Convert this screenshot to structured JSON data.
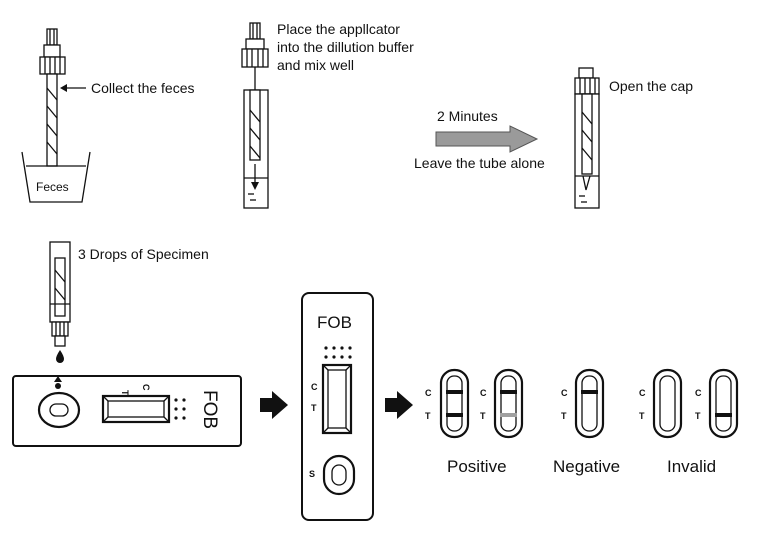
{
  "steps": {
    "collect": "Collect the feces",
    "feces": "Feces",
    "place_line1": "Place the appllcator",
    "place_line2": "into the dillution buffer",
    "place_line3": "and mix well",
    "wait_time": "2 Minutes",
    "leave": "Leave the tube alone",
    "open_cap": "Open the cap",
    "drops": "3 Drops of Specimen"
  },
  "cassette": {
    "name": "FOB",
    "control_mark": "C",
    "test_mark": "T",
    "sample_mark": "S"
  },
  "results": {
    "c_mark": "C",
    "t_mark": "T",
    "positive": "Positive",
    "negative": "Negative",
    "invalid": "Invalid"
  }
}
